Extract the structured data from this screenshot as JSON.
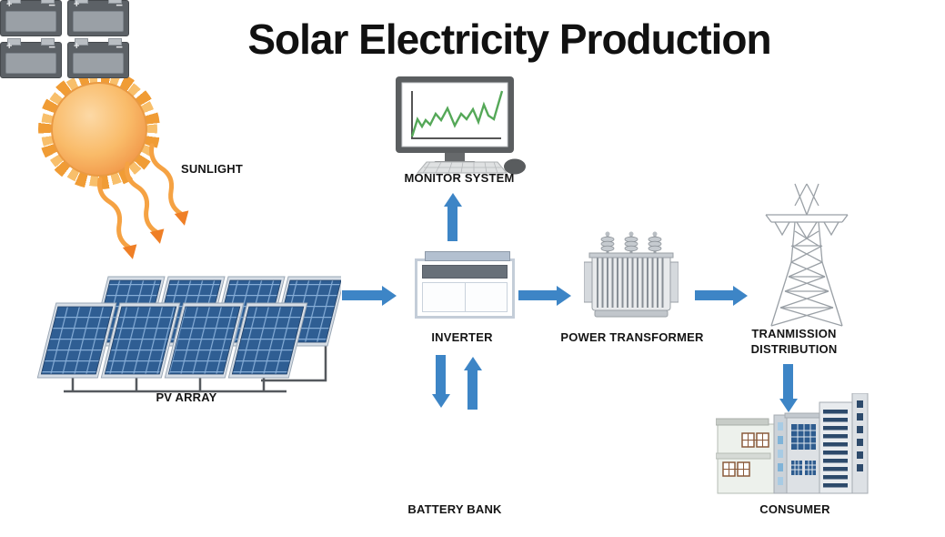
{
  "title": "Solar Electricity Production",
  "nodes": {
    "sun": {
      "name": "sun"
    },
    "sunlight": {
      "label": "SUNLIGHT"
    },
    "pv_array": {
      "label": "PV ARRAY"
    },
    "monitor_system": {
      "label": "MONITOR SYSTEM"
    },
    "inverter": {
      "label": "INVERTER"
    },
    "power_transformer": {
      "label": "POWER TRANSFORMER"
    },
    "transmission_distribution": {
      "label_line1": "TRANMISSION",
      "label_line2": "DISTRIBUTION"
    },
    "battery_bank": {
      "label": "BATTERY BANK"
    },
    "consumer": {
      "label": "CONSUMER"
    }
  },
  "battery": {
    "plus": "+",
    "minus": "−"
  },
  "flows": [
    {
      "from": "sun",
      "to": "pv_array",
      "via": "sunlight",
      "style": "wavy-orange-arrows"
    },
    {
      "from": "pv_array",
      "to": "inverter",
      "direction": "right"
    },
    {
      "from": "inverter",
      "to": "monitor_system",
      "direction": "up"
    },
    {
      "from": "inverter",
      "to": "battery_bank",
      "direction": "down"
    },
    {
      "from": "battery_bank",
      "to": "inverter",
      "direction": "up"
    },
    {
      "from": "inverter",
      "to": "power_transformer",
      "direction": "right"
    },
    {
      "from": "power_transformer",
      "to": "transmission_distribution",
      "direction": "right"
    },
    {
      "from": "transmission_distribution",
      "to": "consumer",
      "direction": "down"
    }
  ],
  "colors": {
    "arrow_blue": "#3d85c6",
    "sun_orange": "#f29a4b",
    "sunray_stroke": "#f5a243",
    "sunray_head": "#ef7f26",
    "panel_blue": "#2f5e93",
    "graph_green": "#55a858",
    "label_text": "#151515"
  }
}
